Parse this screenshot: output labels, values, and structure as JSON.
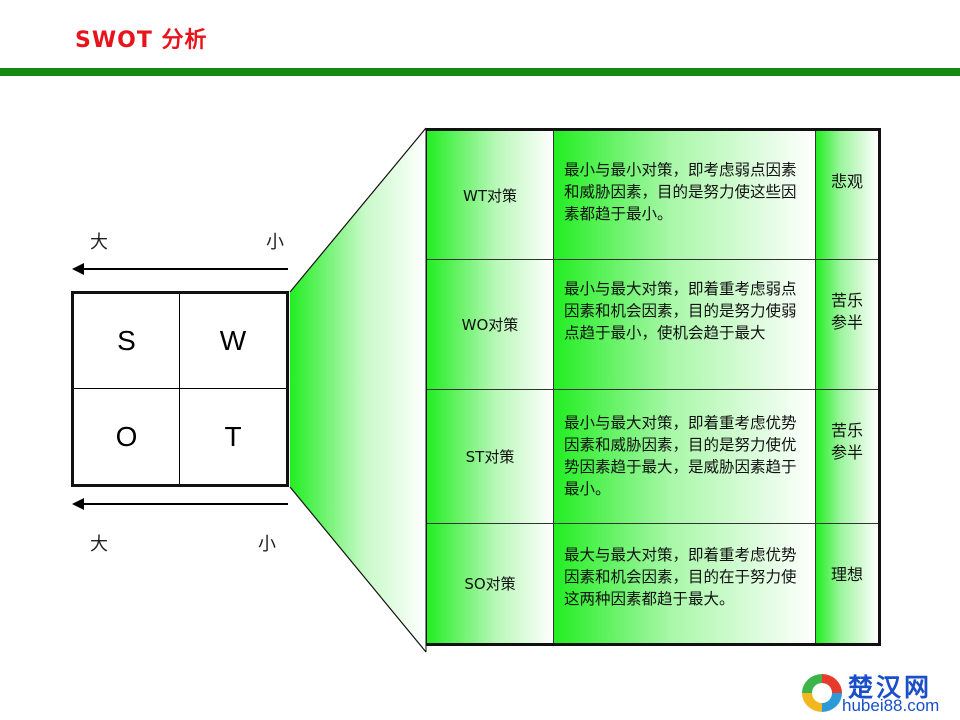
{
  "header": {
    "title": "SWOT 分析",
    "title_color": "#e8141c",
    "bar_color": "#138a13"
  },
  "matrix": {
    "top_axis": {
      "left_label": "大",
      "right_label": "小",
      "arrow_direction": "left"
    },
    "bottom_axis": {
      "left_label": "大",
      "right_label": "小",
      "arrow_direction": "left"
    },
    "cells": [
      "S",
      "W",
      "O",
      "T"
    ]
  },
  "strategies": [
    {
      "name": "WT对策",
      "description": "最小与最小对策，即考虑弱点因素和威胁因素，目的是努力使这些因素都趋于最小。",
      "outlook_lines": [
        "悲观"
      ]
    },
    {
      "name": "WO对策",
      "description": "最小与最大对策，即着重考虑弱点因素和机会因素，目的是努力使弱点趋于最小，使机会趋于最大",
      "outlook_lines": [
        "苦乐",
        "参半"
      ]
    },
    {
      "name": "ST对策",
      "description": "最小与最大对策，即着重考虑优势因素和威胁因素，目的是努力使优势因素趋于最大，是威胁因素趋于最小。",
      "outlook_lines": [
        "苦乐",
        "参半"
      ]
    },
    {
      "name": "SO对策",
      "description": "最大与最大对策，即着重考虑优势因素和机会因素，目的在于努力使这两种因素都趋于最大。",
      "outlook_lines": [
        "理想"
      ]
    }
  ],
  "colors": {
    "accent_green": "#22ee22"
  },
  "watermark": {
    "name": "楚汉网",
    "url": "hubei88.com"
  }
}
